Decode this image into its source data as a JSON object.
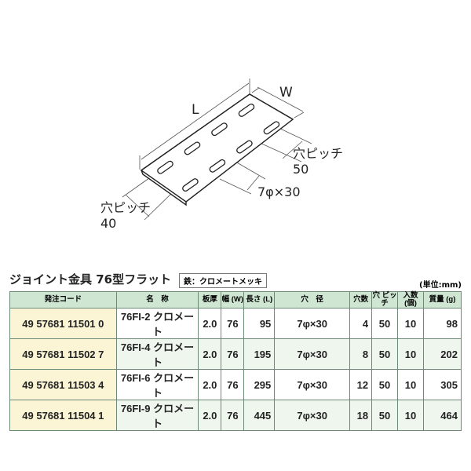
{
  "diagram": {
    "length_label": "L",
    "width_label": "W",
    "pitch_short_label": "穴ピッチ",
    "pitch_short_value": "50",
    "hole_label": "7φ×30",
    "pitch_long_label": "穴ピッチ",
    "pitch_long_value": "40"
  },
  "title": "ジョイント金具 76型フラット",
  "material": "鉄：クロメートメッキ",
  "unit": "(単位:mm)",
  "table": {
    "headers": [
      "発注コード",
      "名　称",
      "板厚",
      "幅 (W)",
      "長さ (L)",
      "穴　径",
      "穴数",
      "穴 ピッチ",
      "入数 (個)",
      "質量 (g)"
    ],
    "rows": [
      [
        "49 57681 11501 0",
        "76FI-2 クロメート",
        "2.0",
        "76",
        "95",
        "7φ×30",
        "4",
        "50",
        "10",
        "98"
      ],
      [
        "49 57681 11502 7",
        "76FI-4 クロメート",
        "2.0",
        "76",
        "195",
        "7φ×30",
        "8",
        "50",
        "10",
        "202"
      ],
      [
        "49 57681 11503 4",
        "76FI-6 クロメート",
        "2.0",
        "76",
        "295",
        "7φ×30",
        "12",
        "50",
        "10",
        "305"
      ],
      [
        "49 57681 11504 1",
        "76FI-9 クロメート",
        "2.0",
        "76",
        "445",
        "7φ×30",
        "18",
        "50",
        "10",
        "464"
      ]
    ]
  }
}
